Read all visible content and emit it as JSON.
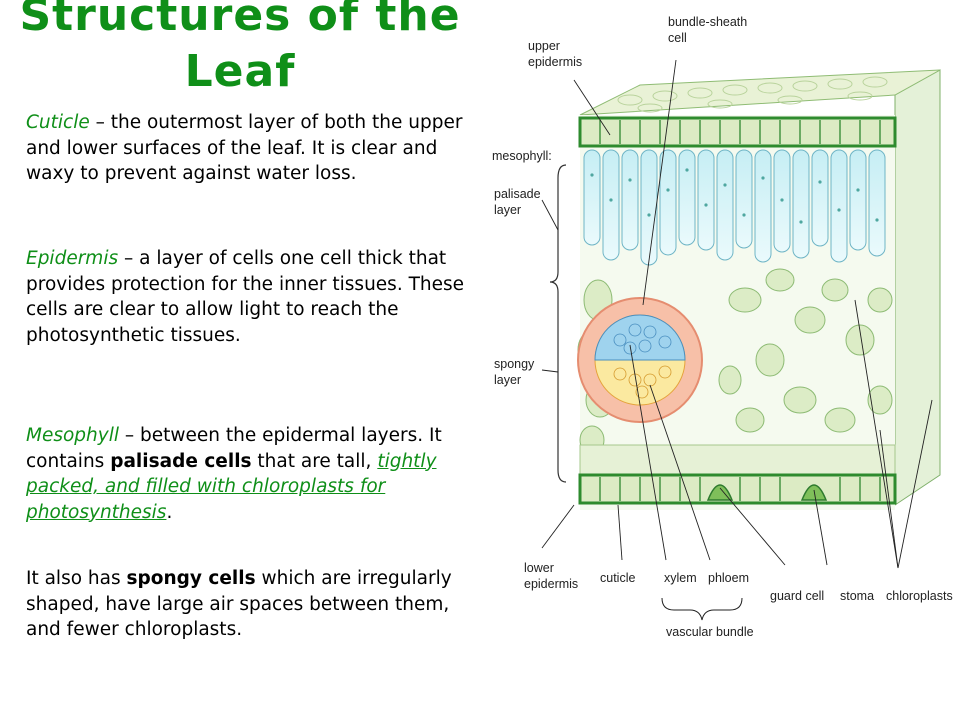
{
  "title": {
    "line1": "Structures of the",
    "line2": "Leaf"
  },
  "cuticle": {
    "term": "Cuticle",
    "desc": " – the outermost layer of both the upper and lower surfaces of the leaf. It is clear and waxy to prevent against water loss."
  },
  "epidermis": {
    "term": "Epidermis",
    "desc": " – a layer of cells one cell thick that provides protection for the inner tissues. These cells are clear to allow light to reach the photosynthetic tissues."
  },
  "mesophyll": {
    "term": "Mesophyll",
    "desc1": " – between the epidermal layers. It contains ",
    "palisade_bold": "palisade cells",
    "desc2": " that are tall, ",
    "green": "tightly packed, and filled with chloroplasts for photosynthesis",
    "end": "."
  },
  "spongy": {
    "pre": "It also has ",
    "bold": "spongy cells",
    "desc": " which are irregularly shaped, have large air spaces between them, and fewer chloroplasts."
  },
  "labels": {
    "upper_epidermis_1": "upper",
    "upper_epidermis_2": "epidermis",
    "bundle_sheath_1": "bundle-sheath",
    "bundle_sheath_2": "cell",
    "mesophyll": "mesophyll:",
    "palisade_1": "palisade",
    "palisade_2": "layer",
    "spongy_1": "spongy",
    "spongy_2": "layer",
    "lower_epidermis_1": "lower",
    "lower_epidermis_2": "epidermis",
    "cuticle": "cuticle",
    "xylem": "xylem",
    "phloem": "phloem",
    "guard_cell": "guard cell",
    "stoma": "stoma",
    "chloroplasts": "chloroplasts",
    "vascular_bundle": "vascular bundle"
  }
}
